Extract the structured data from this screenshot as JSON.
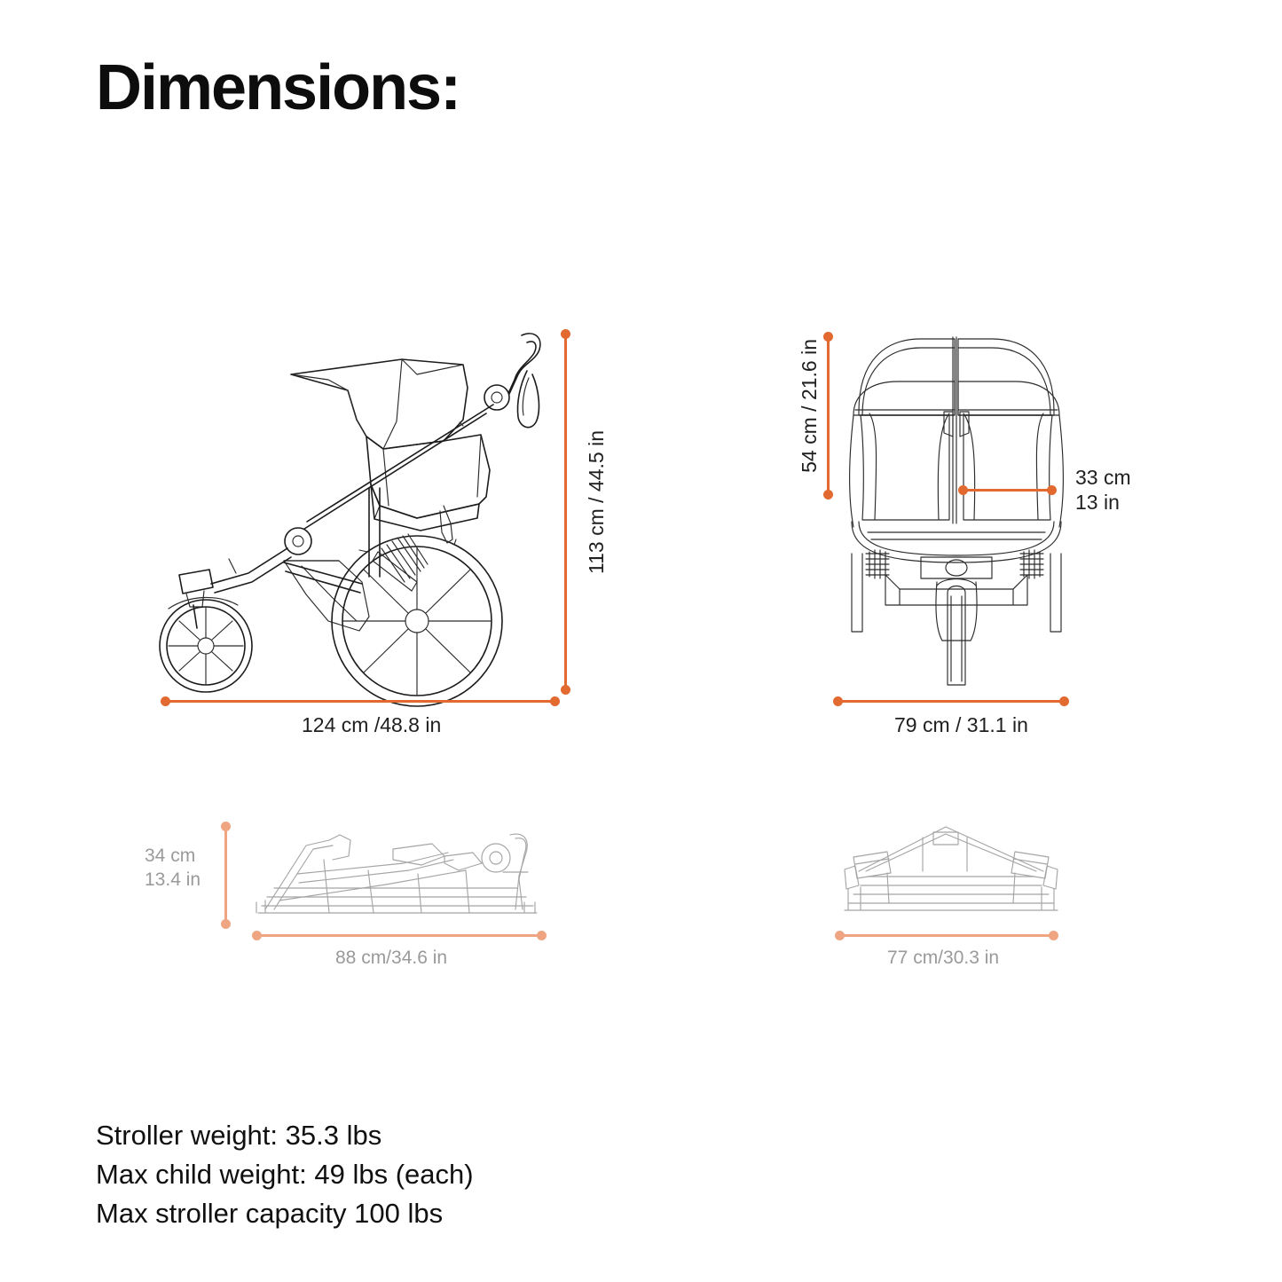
{
  "page": {
    "title": "Dimensions:",
    "background_color": "#ffffff",
    "accent_color": "#E2692F",
    "accent_color_faded": "#EFA582",
    "line_art_color": "#1c1c1c"
  },
  "figures": {
    "side_view": {
      "name": "stroller-side-view",
      "icon": "stroller-side-illustration",
      "dimensions": {
        "height": {
          "label": "113 cm / 44.5 in",
          "orientation": "vertical",
          "value_cm": 113,
          "value_in": 44.5
        },
        "width": {
          "label": "124 cm /48.8 in",
          "orientation": "horizontal",
          "value_cm": 124,
          "value_in": 48.8
        }
      }
    },
    "front_view": {
      "name": "stroller-front-view",
      "icon": "stroller-front-illustration",
      "dimensions": {
        "seat_height": {
          "label": "54 cm / 21.6 in",
          "orientation": "vertical",
          "value_cm": 54,
          "value_in": 21.6
        },
        "seat_width_line1": "33 cm",
        "seat_width_line2": "13 in",
        "width": {
          "label": "79 cm / 31.1 in",
          "orientation": "horizontal",
          "value_cm": 79,
          "value_in": 31.1
        }
      }
    },
    "folded_side_view": {
      "name": "stroller-folded-side-view",
      "icon": "stroller-folded-side-illustration",
      "dimensions": {
        "height_line1": "34 cm",
        "height_line2": "13.4 in",
        "width": {
          "label": "88 cm/34.6 in",
          "orientation": "horizontal",
          "value_cm": 88,
          "value_in": 34.6
        }
      }
    },
    "folded_front_view": {
      "name": "stroller-folded-front-view",
      "icon": "stroller-folded-front-illustration",
      "dimensions": {
        "width": {
          "label": "77 cm/30.3 in",
          "orientation": "horizontal",
          "value_cm": 77,
          "value_in": 30.3
        }
      }
    }
  },
  "specs": {
    "stroller_weight": "Stroller weight: 35.3 lbs",
    "max_child_weight": "Max child weight: 49 lbs (each)",
    "max_capacity": "Max stroller capacity 100 lbs"
  }
}
